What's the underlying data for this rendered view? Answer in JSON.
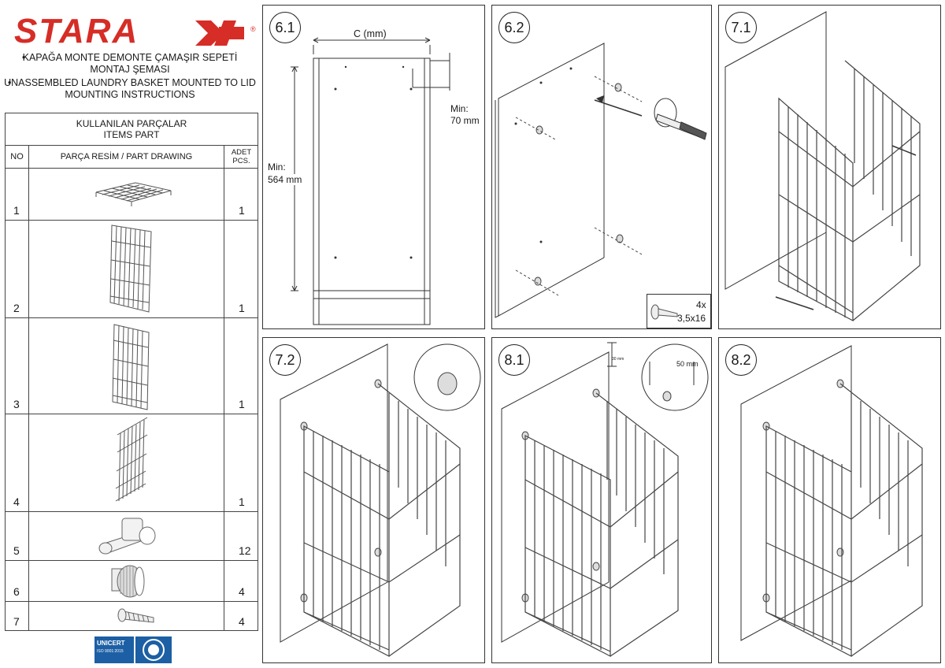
{
  "brand": {
    "name": "STARA",
    "mark": "X",
    "registered": "®",
    "color": "#d62d27"
  },
  "intro": {
    "bullet": "•",
    "tr_line1": "KAPAĞA MONTE DEMONTE ÇAMAŞIR SEPETİ",
    "tr_line2": "MONTAJ ŞEMASI",
    "en_line1": "UNASSEMBLED LAUNDRY BASKET MOUNTED TO LID",
    "en_line2": "MOUNTING INSTRUCTIONS"
  },
  "parts_table": {
    "title_tr": "KULLANILAN PARÇALAR",
    "title_en": "ITEMS PART",
    "col_no": "NO",
    "col_drawing": "PARÇA RESİM  / PART DRAWING",
    "col_qty_1": "ADET",
    "col_qty_2": "PCS.",
    "rows": [
      {
        "no": "1",
        "qty": "1"
      },
      {
        "no": "2",
        "qty": "1"
      },
      {
        "no": "3",
        "qty": "1"
      },
      {
        "no": "4",
        "qty": "1"
      },
      {
        "no": "5",
        "qty": "12"
      },
      {
        "no": "6",
        "qty": "4"
      },
      {
        "no": "7",
        "qty": "4"
      }
    ]
  },
  "certification": {
    "name": "UNICERT",
    "standard": "ISO 9001:2015"
  },
  "steps": {
    "s61": {
      "label": "6.1",
      "dim_c": "C (mm)",
      "min_side_1": "Min:",
      "min_side_2": "70 mm",
      "min_height_1": "Min:",
      "min_height_2": "564 mm"
    },
    "s62": {
      "label": "6.2",
      "screw_count": "4x",
      "screw_size": "3,5x16"
    },
    "s71": {
      "label": "7.1"
    },
    "s72": {
      "label": "7.2"
    },
    "s81": {
      "label": "8.1",
      "dim_small": "30 mm",
      "dim_50": "50 mm"
    },
    "s82": {
      "label": "8.2"
    }
  }
}
